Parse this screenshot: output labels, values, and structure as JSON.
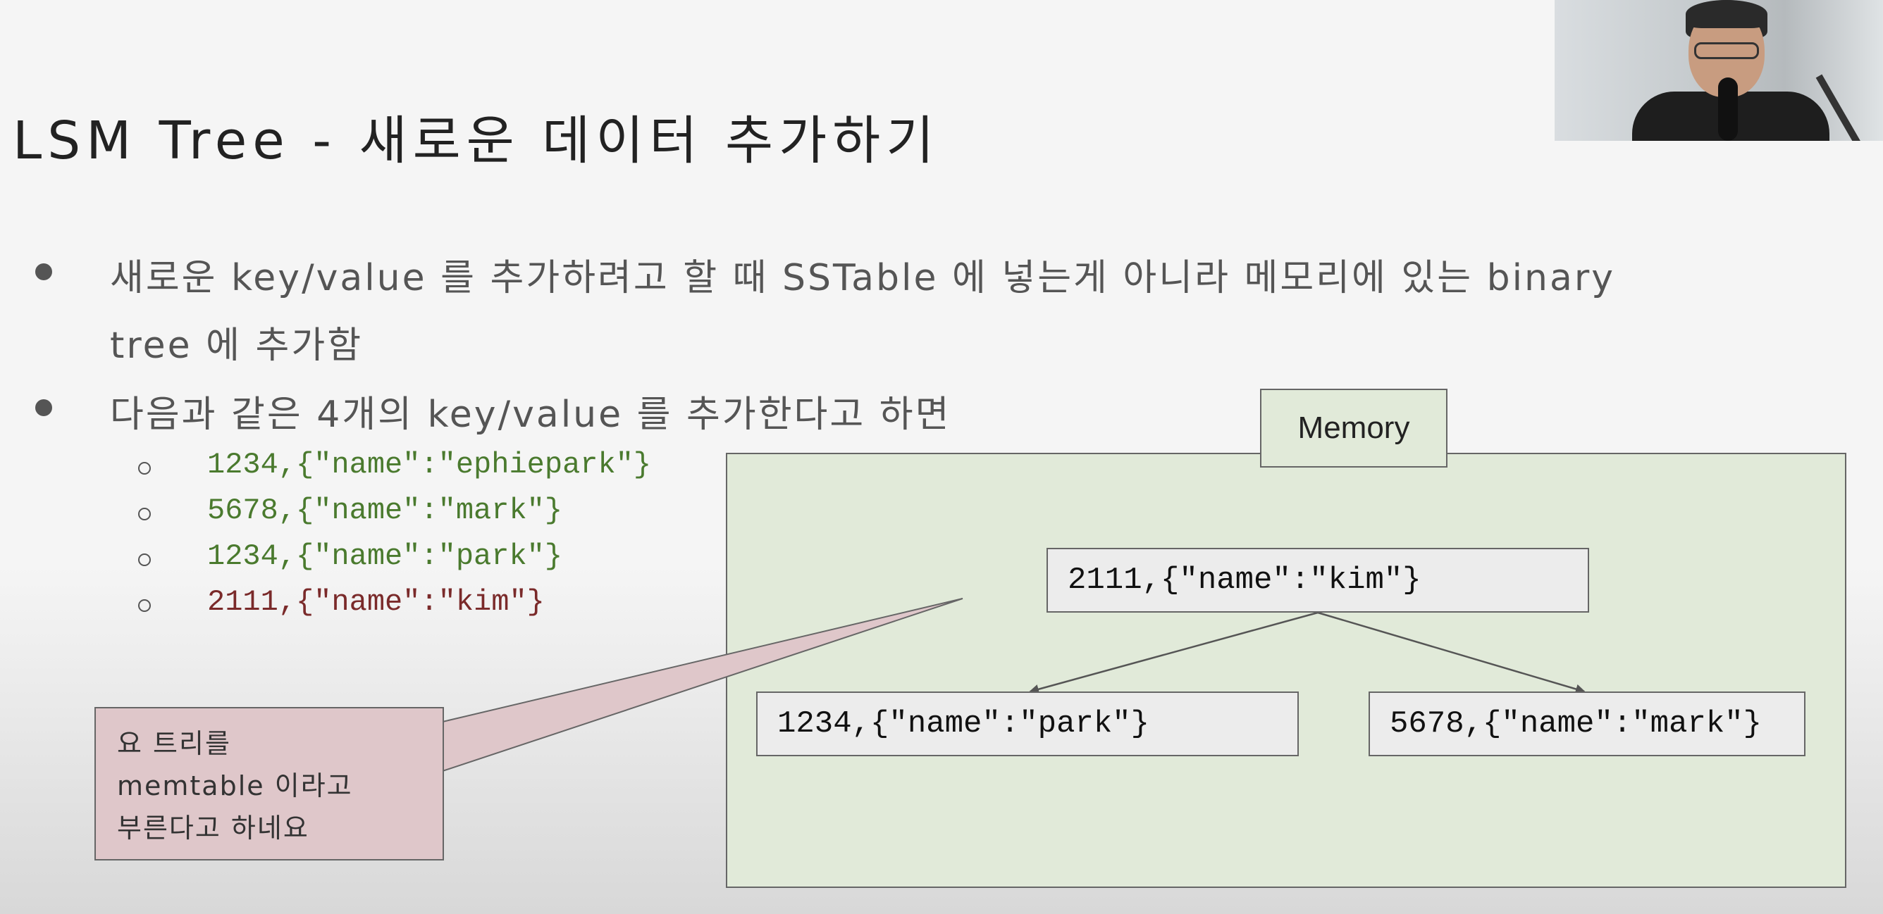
{
  "slide": {
    "title": "LSM Tree - 새로운 데이터 추가하기",
    "bullets": [
      {
        "lines": [
          "새로운 key/value 를 추가하려고 할 때 SSTable 에 넣는게 아니라 메모리에 있는 binary",
          "tree 에 추가함"
        ]
      },
      {
        "lines": [
          "다음과 같은 4개의 key/value 를 추가한다고 하면"
        ]
      }
    ],
    "sub_items": [
      {
        "text": "1234,{\"name\":\"ephiepark\"}",
        "color": "#4a7a2e"
      },
      {
        "text": "5678,{\"name\":\"mark\"}",
        "color": "#4a7a2e"
      },
      {
        "text": "1234,{\"name\":\"park\"}",
        "color": "#4a7a2e"
      },
      {
        "text": "2111,{\"name\":\"kim\"}",
        "color": "#7a2a2a"
      }
    ]
  },
  "diagram": {
    "memory_label": "Memory",
    "root_node": "2111,{\"name\":\"kim\"}",
    "left_node": "1234,{\"name\":\"park\"}",
    "right_node": "5678,{\"name\":\"mark\"}",
    "memory_fill": "#e1ead9",
    "node_fill": "#ececec"
  },
  "callout": {
    "lines": [
      "요 트리를",
      "memtable 이라고",
      "부른다고 하네요"
    ],
    "fill": "#dfc7ca"
  },
  "webcam": {
    "icon": "presenter-video-icon"
  }
}
